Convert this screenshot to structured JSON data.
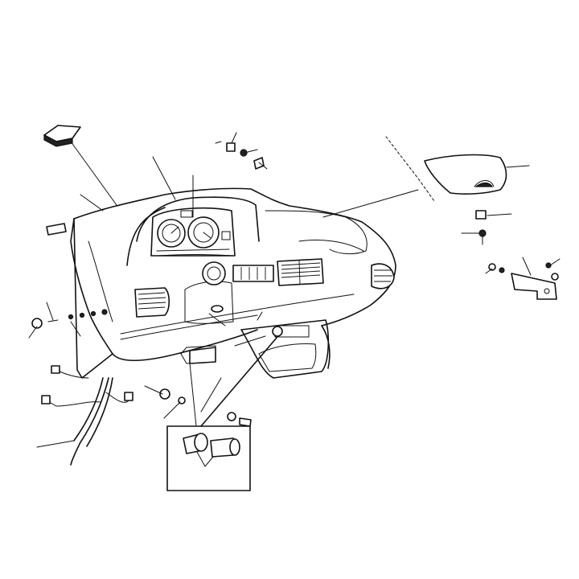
{
  "diagram": {
    "kind": "exploded-parts-view",
    "subject_parts": [
      "pad",
      "dashboard-body",
      "instrument-cluster",
      "glovebox-lid",
      "center-vents",
      "side-vent-left",
      "side-vent-right",
      "center-console",
      "wiring-harness",
      "bracket",
      "lighter-detail-inset",
      "fasteners"
    ],
    "callout_count": 24,
    "colors": {
      "line": "#111111",
      "background": "#ffffff",
      "fill_dark": "#222222"
    }
  }
}
